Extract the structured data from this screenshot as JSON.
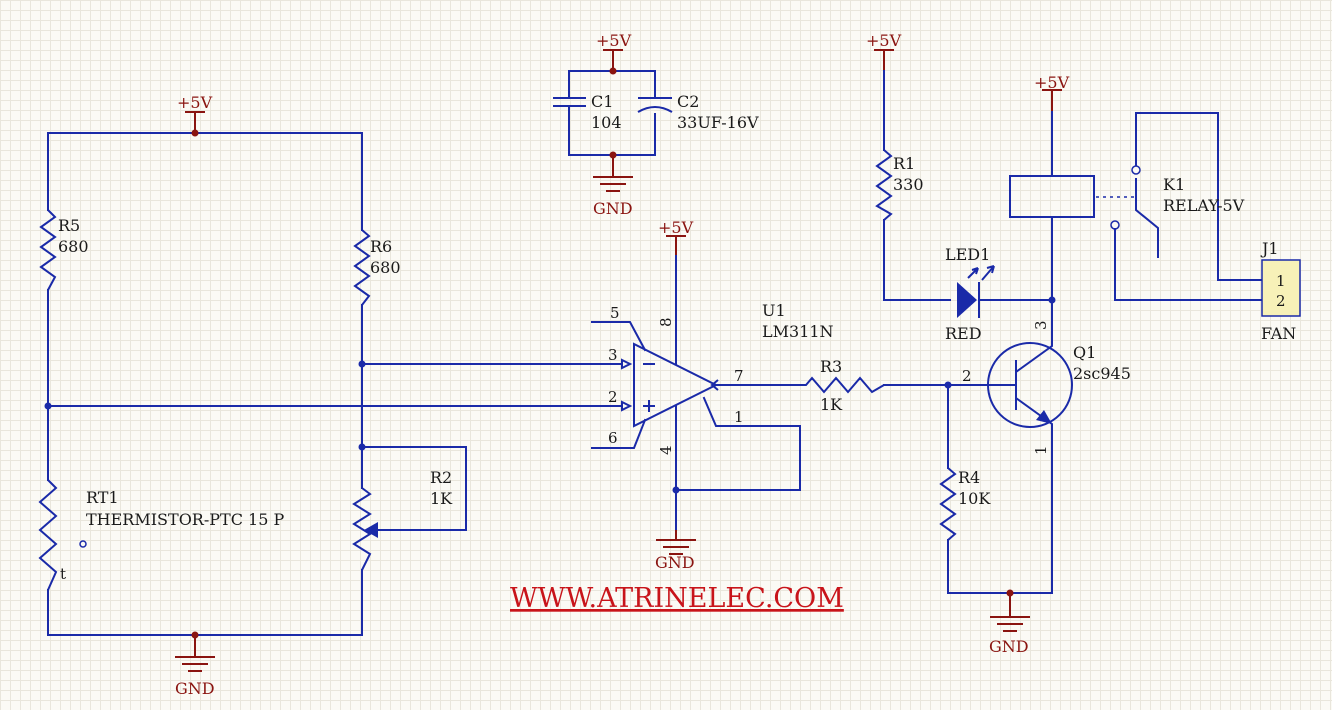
{
  "power": {
    "vcc": "+5V",
    "ground": "GND"
  },
  "components": {
    "r5": {
      "designator": "R5",
      "value": "680"
    },
    "r6": {
      "designator": "R6",
      "value": "680"
    },
    "rt1": {
      "designator": "RT1",
      "value": "THERMISTOR-PTC 15 P",
      "mark": "t"
    },
    "r2": {
      "designator": "R2",
      "value": "1K"
    },
    "c1": {
      "designator": "C1",
      "value": "104"
    },
    "c2": {
      "designator": "C2",
      "value": "33UF-16V"
    },
    "u1": {
      "designator": "U1",
      "value": "LM311N",
      "pins": [
        "5",
        "8",
        "3",
        "2",
        "6",
        "4",
        "7",
        "1"
      ]
    },
    "r3": {
      "designator": "R3",
      "value": "1K"
    },
    "r1": {
      "designator": "R1",
      "value": "330"
    },
    "led1": {
      "designator": "LED1",
      "value": "RED"
    },
    "r4": {
      "designator": "R4",
      "value": "10K"
    },
    "q1": {
      "designator": "Q1",
      "value": "2sc945",
      "pins": [
        "3",
        "2",
        "1"
      ]
    },
    "k1": {
      "designator": "K1",
      "value": "RELAY-5V"
    },
    "j1": {
      "designator": "J1",
      "value": "FAN",
      "pins": [
        "1",
        "2"
      ]
    }
  },
  "watermark": "WWW.ATRINELEC.COM",
  "colors": {
    "wire": "#1a2aa8",
    "power": "#8a1410",
    "url": "#c8141a",
    "grid": "#e9e6dc"
  }
}
